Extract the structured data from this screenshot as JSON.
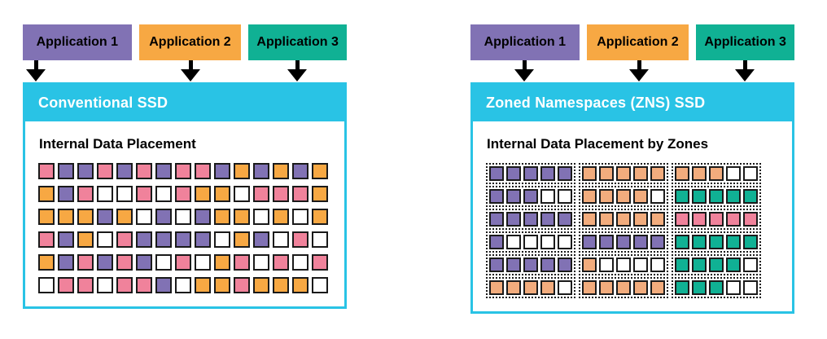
{
  "colors": {
    "cyan": "#29C3E5",
    "purple": "#8172B4",
    "orange": "#F7A843",
    "teal": "#10B194",
    "pink": "#F0829B",
    "peach": "#F2AC7D",
    "white": "#FFFFFF",
    "square_border": "#1A1A1A"
  },
  "left": {
    "applications": [
      {
        "label": "Application 1",
        "color": "purple"
      },
      {
        "label": "Application 2",
        "color": "orange"
      },
      {
        "label": "Application 3",
        "color": "teal"
      }
    ],
    "ssd_title": "Conventional SSD",
    "placement_title": "Internal Data Placement",
    "grid": [
      [
        "pink",
        "purple",
        "purple",
        "pink",
        "purple",
        "pink",
        "purple",
        "pink",
        "pink",
        "purple",
        "orange",
        "purple",
        "orange",
        "purple",
        "orange"
      ],
      [
        "orange",
        "purple",
        "pink",
        "white",
        "white",
        "pink",
        "white",
        "pink",
        "orange",
        "orange",
        "white",
        "pink",
        "pink",
        "pink",
        "orange"
      ],
      [
        "orange",
        "orange",
        "orange",
        "purple",
        "orange",
        "white",
        "purple",
        "white",
        "purple",
        "orange",
        "orange",
        "white",
        "orange",
        "white",
        "orange"
      ],
      [
        "pink",
        "purple",
        "orange",
        "white",
        "pink",
        "purple",
        "purple",
        "purple",
        "purple",
        "white",
        "orange",
        "purple",
        "white",
        "pink",
        "white"
      ],
      [
        "orange",
        "purple",
        "pink",
        "purple",
        "pink",
        "purple",
        "white",
        "pink",
        "white",
        "orange",
        "pink",
        "white",
        "pink",
        "white",
        "pink"
      ],
      [
        "white",
        "pink",
        "pink",
        "white",
        "pink",
        "pink",
        "purple",
        "white",
        "orange",
        "orange",
        "pink",
        "orange",
        "orange",
        "orange",
        "white"
      ]
    ]
  },
  "right": {
    "applications": [
      {
        "label": "Application 1",
        "color": "purple"
      },
      {
        "label": "Application 2",
        "color": "orange"
      },
      {
        "label": "Application 3",
        "color": "teal"
      }
    ],
    "ssd_title": "Zoned Namespaces (ZNS) SSD",
    "placement_title": "Internal Data Placement by Zones",
    "zone_rows": [
      [
        [
          "purple",
          "purple",
          "purple",
          "purple",
          "purple"
        ],
        [
          "peach",
          "peach",
          "peach",
          "peach",
          "peach"
        ],
        [
          "peach",
          "peach",
          "peach",
          "white",
          "white"
        ]
      ],
      [
        [
          "purple",
          "purple",
          "purple",
          "white",
          "white"
        ],
        [
          "peach",
          "peach",
          "peach",
          "peach",
          "white"
        ],
        [
          "teal",
          "teal",
          "teal",
          "teal",
          "teal"
        ]
      ],
      [
        [
          "purple",
          "purple",
          "purple",
          "purple",
          "purple"
        ],
        [
          "peach",
          "peach",
          "peach",
          "peach",
          "peach"
        ],
        [
          "pink",
          "pink",
          "pink",
          "pink",
          "pink"
        ]
      ],
      [
        [
          "purple",
          "white",
          "white",
          "white",
          "white"
        ],
        [
          "purple",
          "purple",
          "purple",
          "purple",
          "purple"
        ],
        [
          "teal",
          "teal",
          "teal",
          "teal",
          "teal"
        ]
      ],
      [
        [
          "purple",
          "purple",
          "purple",
          "purple",
          "purple"
        ],
        [
          "peach",
          "white",
          "white",
          "white",
          "white"
        ],
        [
          "teal",
          "teal",
          "teal",
          "teal",
          "white"
        ]
      ],
      [
        [
          "peach",
          "peach",
          "peach",
          "peach",
          "white"
        ],
        [
          "peach",
          "peach",
          "peach",
          "peach",
          "peach"
        ],
        [
          "teal",
          "teal",
          "teal",
          "white",
          "white"
        ]
      ]
    ]
  }
}
